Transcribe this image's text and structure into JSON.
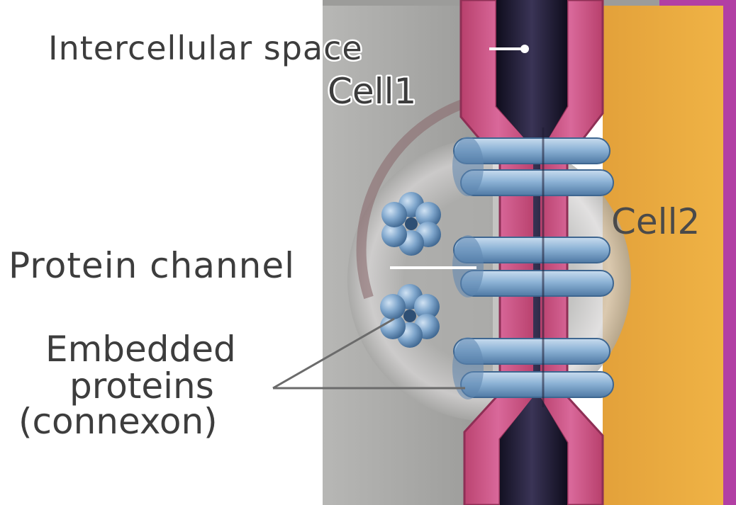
{
  "figure": {
    "labels": {
      "intercellular_space": "Intercellular space",
      "cell1": "Cell1",
      "cell2": "Cell2",
      "protein_channel": "Protein channel",
      "embedded_proteins": [
        "Embedded",
        "proteins",
        "(connexon)"
      ]
    }
  },
  "colors": {
    "cell1_gray": "#a7a7a5",
    "cell2_orange": "#e8a83e",
    "membrane_pink": "#c8527e",
    "intercellular_dark": "#1f1c33",
    "connexon_blue": "#8eb4d8",
    "slide_accent_magenta": "#b23fa4"
  }
}
